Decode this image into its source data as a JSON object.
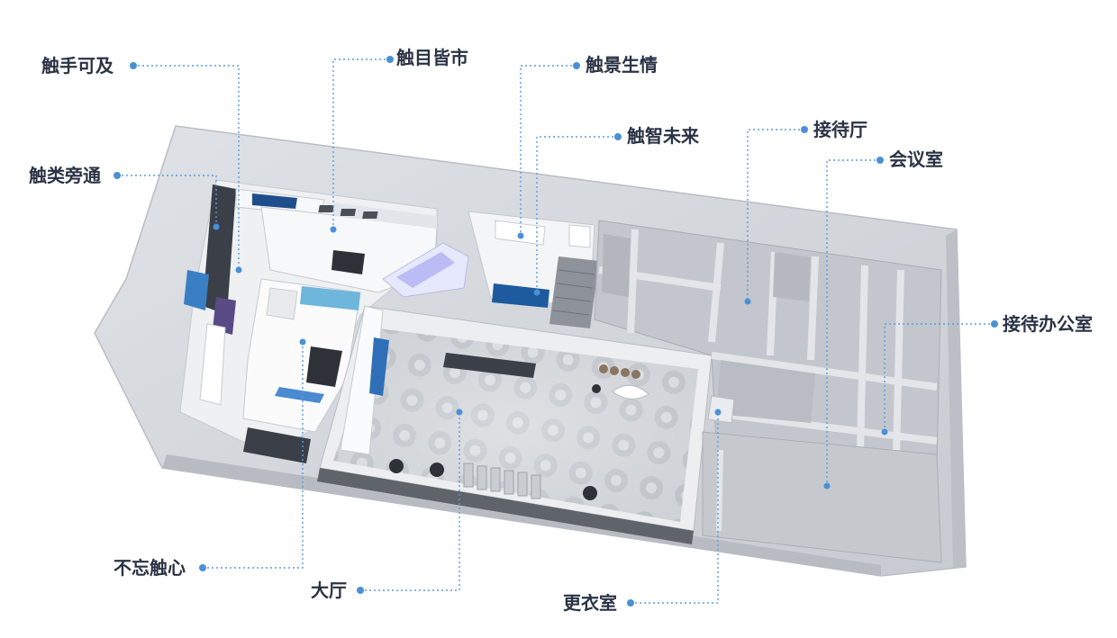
{
  "labels": {
    "chuyi_keji": "触手可及",
    "chumu_jieshi": "触目皆市",
    "chujing_shengqing": "触景生情",
    "chuzhi_weilai": "触智未来",
    "chulei_pangtong": "触类旁通",
    "jiedai_ting": "接待厅",
    "huiyi_shi": "会议室",
    "jiedai_bangongshi": "接待办公室",
    "buwang_chuxin": "不忘触心",
    "da_ting": "大厅",
    "gengyi_shi": "更衣室"
  },
  "colors": {
    "label_text": "#2a3344",
    "leader_line": "#5b9be0",
    "marker_dot": "#4a90d6",
    "exterior_wall": "#d3d6db",
    "interior_room": "#f2f3f5",
    "hall_floor": "#c9ccd1"
  }
}
